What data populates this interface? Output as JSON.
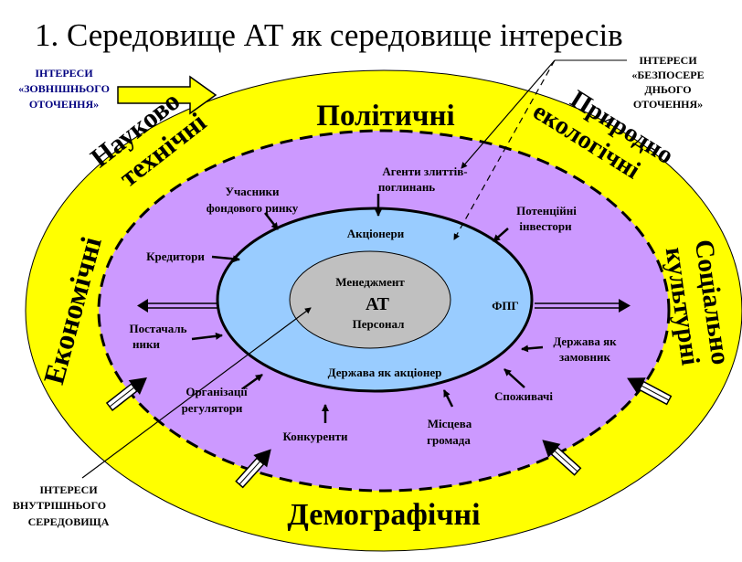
{
  "title": "1. Середовище АТ як середовище інтересів",
  "colors": {
    "outer_ring": "#ffff00",
    "middle_ring": "#cc99ff",
    "inner_ring": "#99ccff",
    "core": "#c0c0c0",
    "label_blue": "#000080"
  },
  "callouts": {
    "external": [
      "ІНТЕРЕСИ",
      "«ЗОВНІШНЬОГО",
      "ОТОЧЕННЯ»"
    ],
    "immediate": [
      "ІНТЕРЕСИ",
      "«БЕЗПОСЕРЕ",
      "ДНЬОГО",
      "ОТОЧЕННЯ»"
    ],
    "internal": [
      "ІНТЕРЕСИ",
      "ВНУТРІШНЬОГО",
      "СЕРЕДОВИЩА"
    ]
  },
  "outer_sectors": {
    "political": "Політичні",
    "scientific": [
      "Науково",
      "технічні"
    ],
    "natural": [
      "Природно",
      "екологічні"
    ],
    "economic": "Економічні",
    "sociocultural": [
      "Соціально",
      "культурні"
    ],
    "demographic": "Демографічні"
  },
  "middle_actors": {
    "merger_agents": [
      "Агенти злиттів-",
      "поглинань"
    ],
    "stock_participants": [
      "Учасники",
      "фондового ринку"
    ],
    "potential_investors": [
      "Потенційні",
      "інвестори"
    ],
    "creditors": "Кредитори",
    "suppliers": [
      "Постачаль",
      "ники"
    ],
    "state_customer": [
      "Держава як",
      "замовник"
    ],
    "regulators": [
      "Організації",
      "регулятори"
    ],
    "consumers": "Споживачі",
    "competitors": "Конкуренти",
    "local_community": [
      "Місцева",
      "громада"
    ]
  },
  "inner_actors": {
    "shareholders": "Акціонери",
    "fpg": "ФПГ",
    "state_shareholder": "Держава як акціонер"
  },
  "core": {
    "management": "Менеджмент",
    "jsc": "АТ",
    "personnel": "Персонал"
  }
}
